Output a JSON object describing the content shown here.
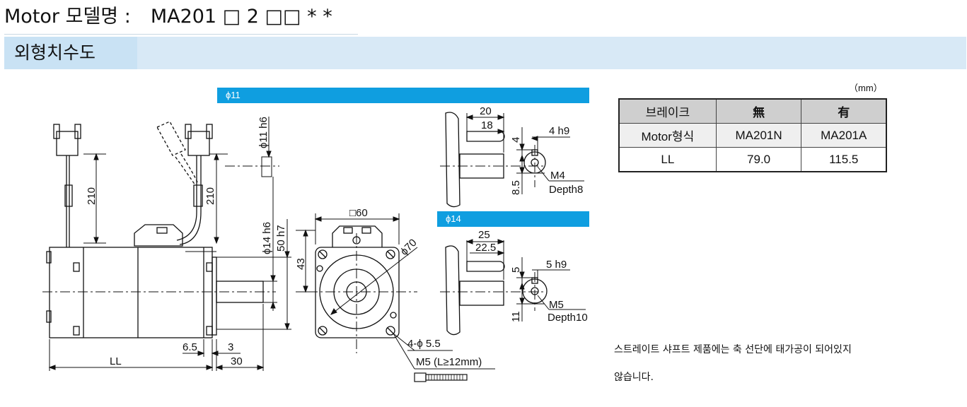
{
  "header": {
    "model_prefix": "Motor 모델명 :",
    "model_code": "MA201 □ 2 □□ *  *"
  },
  "section": {
    "title": "외형치수도"
  },
  "shaft_tags": {
    "phi11": "ϕ11",
    "phi14": "ϕ14"
  },
  "drawing": {
    "dim_210_left": "210",
    "dim_210_right": "210",
    "dim_phi11_h6": "ϕ11 h6",
    "dim_phi14_h6": "ϕ14 h6",
    "dim_50_h7": "50 h7",
    "dim_65": "6.5",
    "dim_3": "3",
    "dim_30": "30",
    "dim_ll": "LL",
    "dim_sq60": "□60",
    "dim_phi70": "ϕ70",
    "dim_43": "43",
    "hole_spec": "4-ϕ 5.5",
    "bolt_spec": "M5 (L≥12mm)",
    "k1_20": "20",
    "k1_18": "18",
    "k1_4": "4",
    "k1_key": "4 h9",
    "k1_85": "8.5",
    "k1_tap": "M4",
    "k1_depth": "Depth8",
    "k2_25": "25",
    "k2_225": "22.5",
    "k2_5": "5",
    "k2_key": "5 h9",
    "k2_11": "11",
    "k2_tap": "M5",
    "k2_depth": "Depth10"
  },
  "spec_table": {
    "unit": "（mm）",
    "headers": [
      "브레이크",
      "無",
      "有"
    ],
    "rows": [
      [
        "Motor형식",
        "MA201N",
        "MA201A"
      ],
      [
        "LL",
        "79.0",
        "115.5"
      ]
    ]
  },
  "notes": {
    "line1": "스트레이트 샤프트 제품에는 축 선단에 태가공이 되어있지",
    "line2": "않습니다."
  }
}
